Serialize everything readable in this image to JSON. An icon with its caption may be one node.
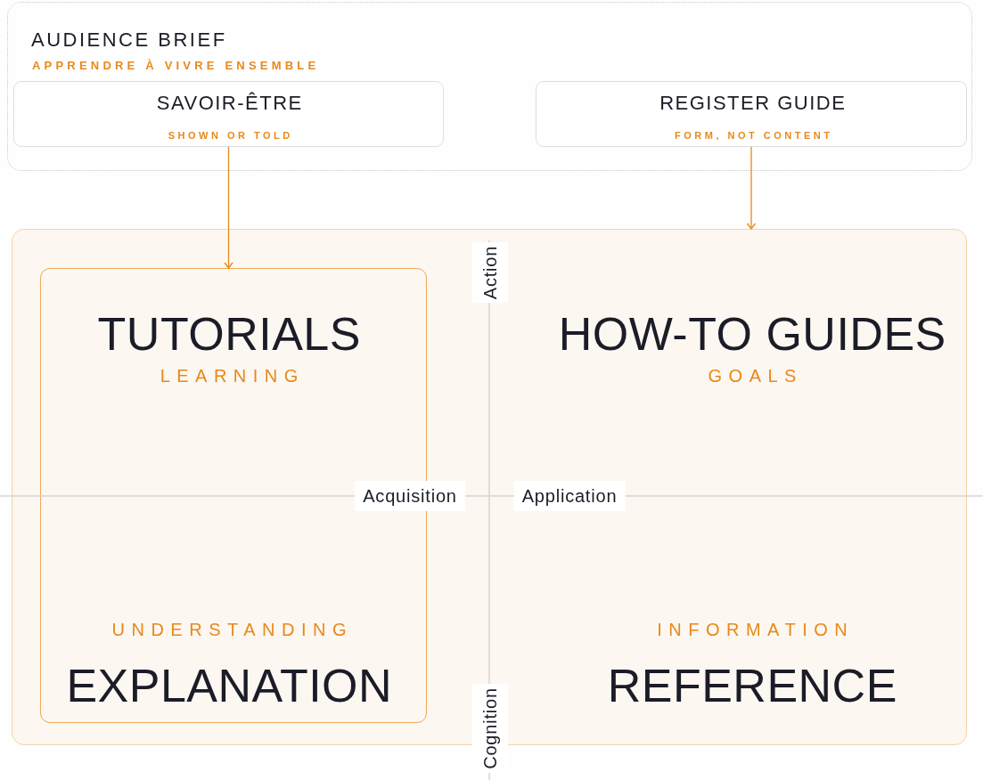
{
  "diagram": {
    "nodes": [
      {
        "text": [
          "AUDIENCE BRIEF",
          "APPRENDRE À VIVRE ENSEMBLE"
        ]
      },
      {
        "text": [
          "SAVOIR-ÊTRE",
          "SHOWN OR TOLD"
        ],
        "in": 0
      },
      {
        "text": [
          "REGISTER GUIDE",
          "FORM, NOT CONTENT"
        ],
        "in": 0
      },
      {
        "text": [
          "HOW-TO GUIDES",
          "GOALS",
          "INFORMATION",
          "REFERENCE"
        ]
      },
      {
        "text": [
          "TUTORIALS",
          "LEARNING",
          "UNDERSTANDING",
          "EXPLANATION"
        ],
        "in": 3
      }
    ],
    "edges": [
      {
        "from": 1,
        "to": 4,
        "arrow": "to"
      },
      {
        "from": 2,
        "to": 3,
        "arrow": "to"
      }
    ],
    "labels": [
      "Action",
      "Acquisition",
      "Application",
      "Cognition"
    ]
  }
}
